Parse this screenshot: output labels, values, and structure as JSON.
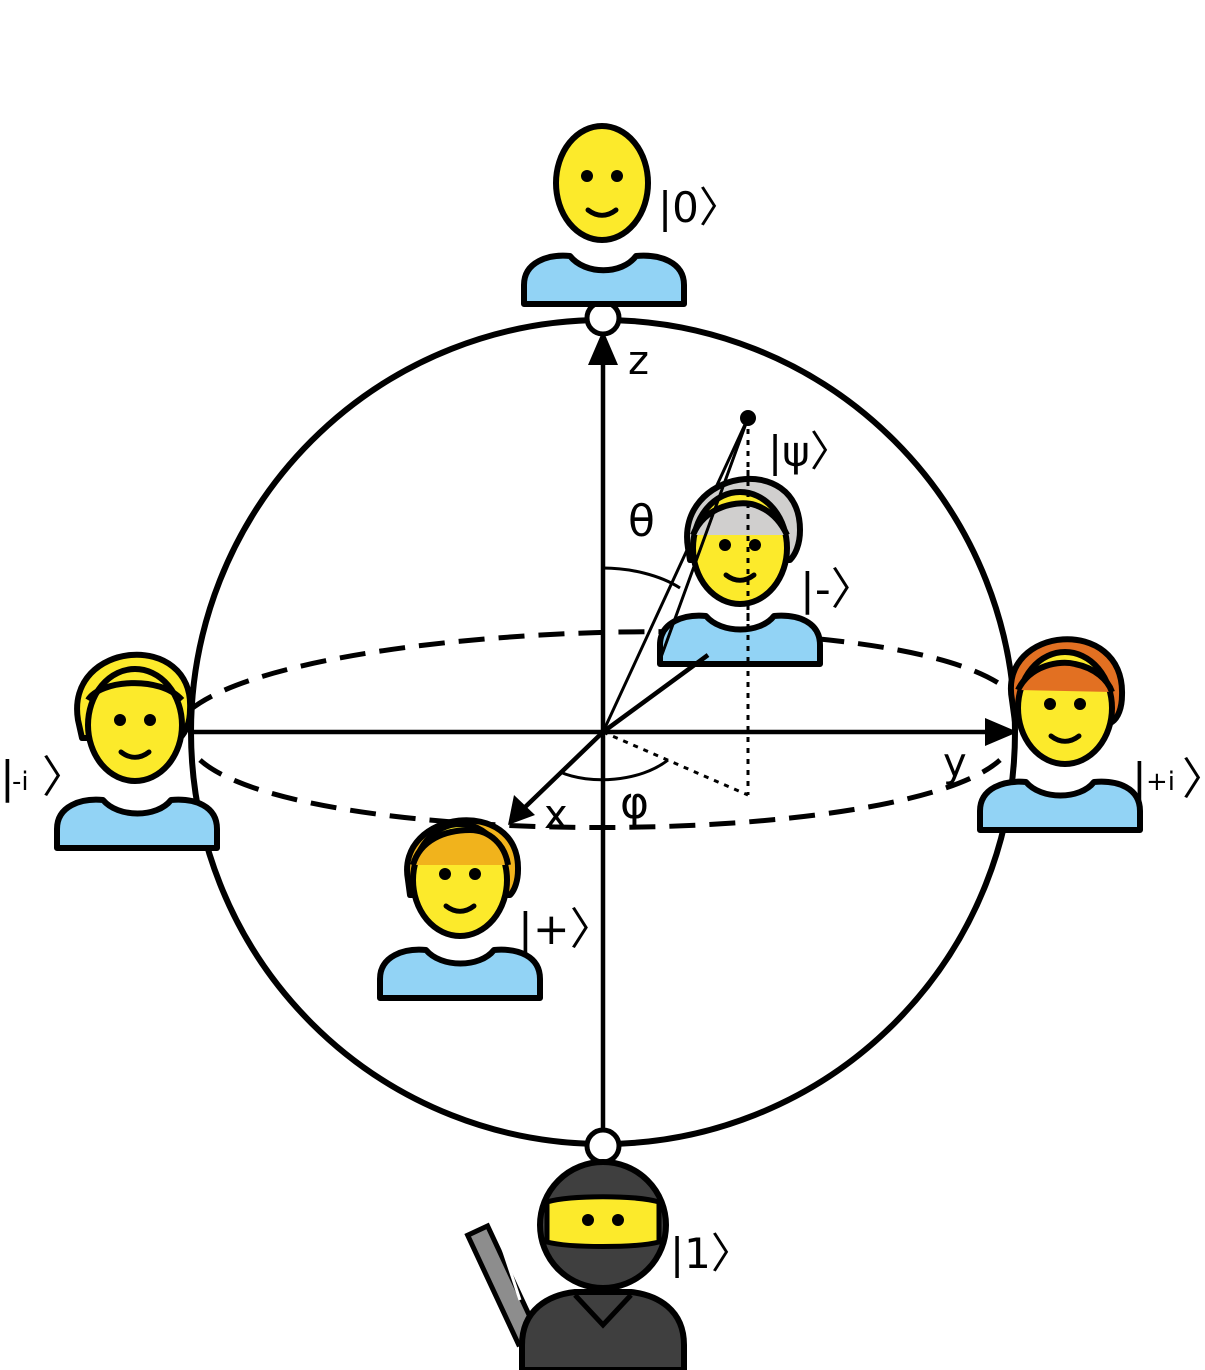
{
  "axes": {
    "z": "z",
    "x": "x",
    "y": "y",
    "theta": "θ",
    "phi": "φ"
  },
  "states": {
    "zero": "|0〉",
    "one": "|1〉",
    "psi": "|ψ〉",
    "minus": "|-〉",
    "plus": "|+〉",
    "minus_i_bar": "|",
    "minus_i_sub": "-i",
    "minus_i_close": "〉",
    "plus_i_bar": "|",
    "plus_i_sub": "+i",
    "plus_i_close": "〉"
  },
  "colors": {
    "face": "#FCEA2B",
    "shirt": "#92D3F5",
    "hair_gray": "#D0CFCE",
    "hair_orange": "#E27022",
    "hair_amber": "#F1B31C",
    "hair_yellow": "#FCEA2B",
    "ninja_mask": "#3F3F3F",
    "ninja_body": "#3F3F3F",
    "line": "#000000"
  },
  "icons": [
    "person-zero-icon",
    "person-minus-icon",
    "person-plus-icon",
    "person-minus-i-icon",
    "person-plus-i-icon",
    "ninja-one-icon"
  ]
}
